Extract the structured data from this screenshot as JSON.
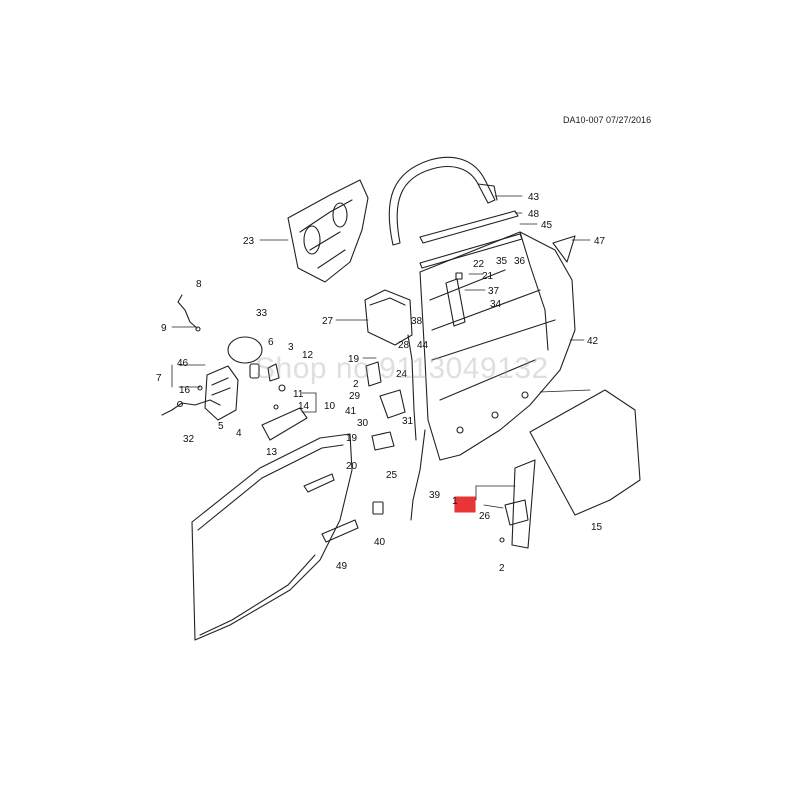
{
  "document_id": "DA10-007 07/27/2016",
  "watermark": "Shop no 9113049132",
  "colors": {
    "line": "#222222",
    "highlight": "#e83535",
    "watermark": "#a0a0a0"
  },
  "callouts": [
    "43",
    "48",
    "45",
    "47",
    "23",
    "8",
    "9",
    "35",
    "36",
    "22",
    "21",
    "37",
    "34",
    "38",
    "27",
    "33",
    "6",
    "3",
    "12",
    "44",
    "28",
    "42",
    "19",
    "2",
    "46",
    "7",
    "16",
    "24",
    "29",
    "41",
    "30",
    "31",
    "11",
    "10",
    "14",
    "5",
    "4",
    "32",
    "13",
    "19",
    "25",
    "20",
    "39",
    "1",
    "26",
    "40",
    "15",
    "49",
    "2"
  ]
}
